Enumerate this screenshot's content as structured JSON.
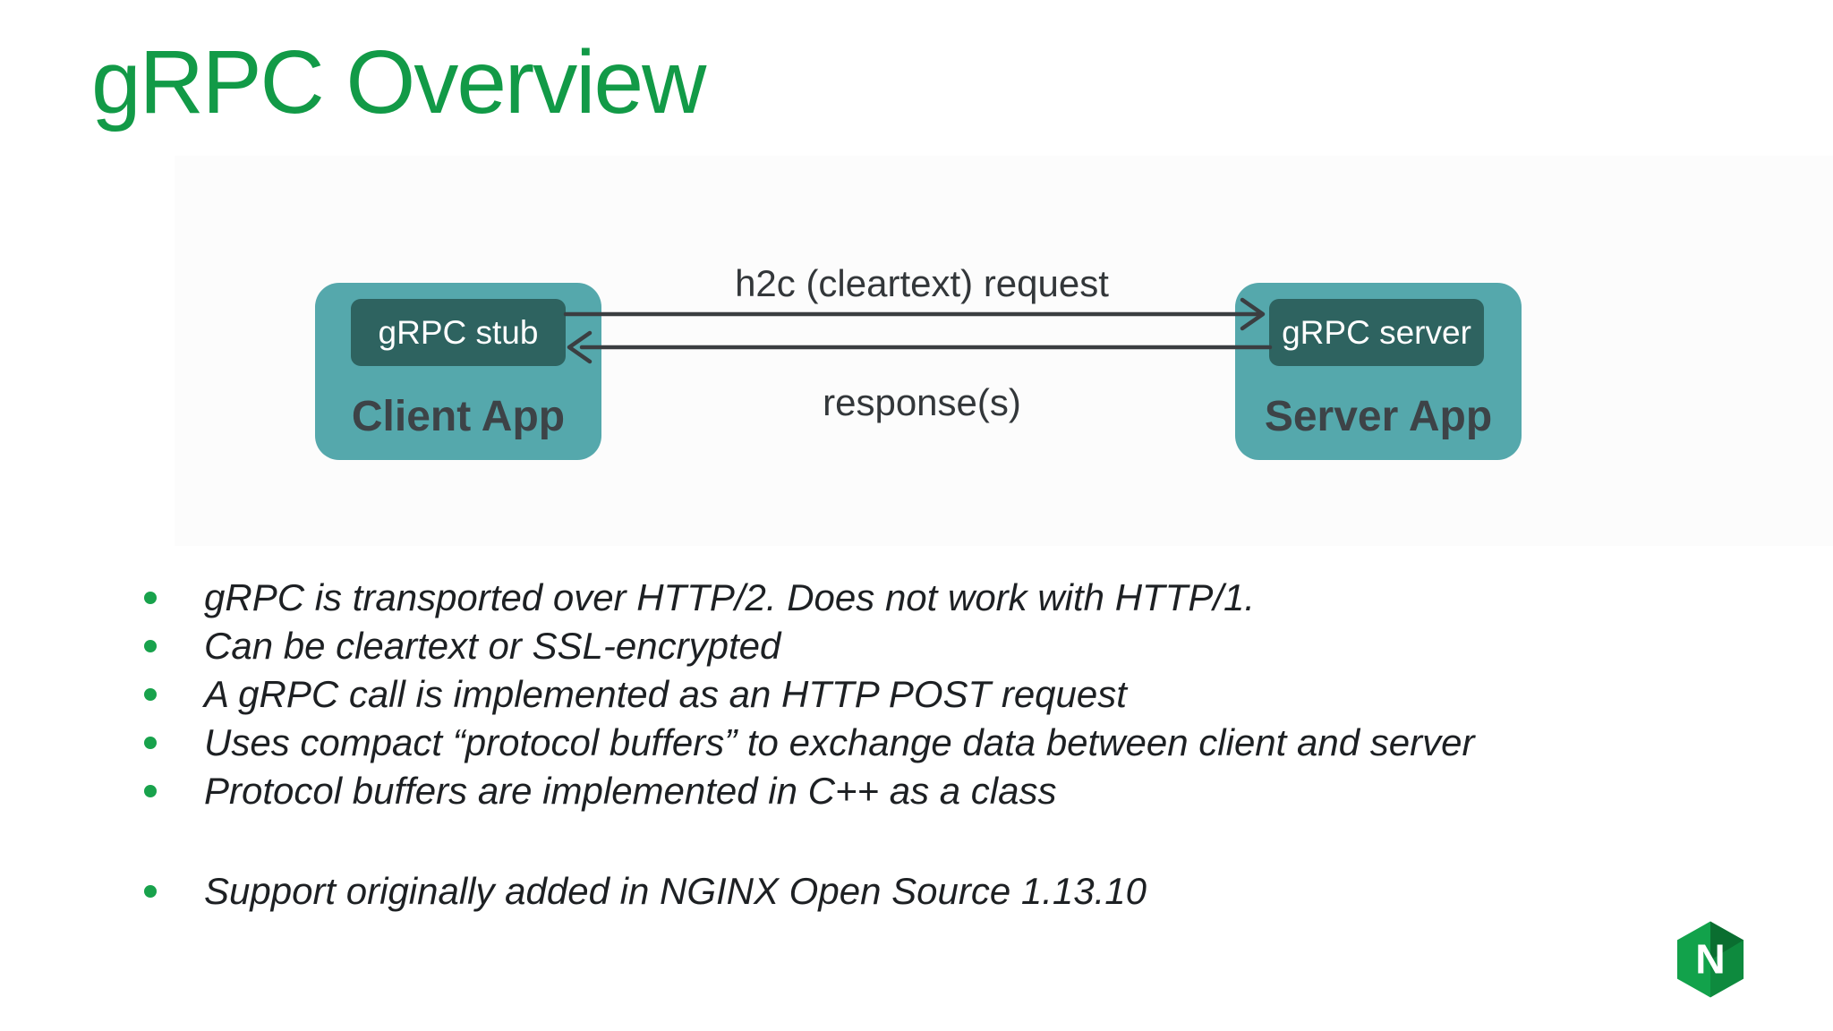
{
  "title": "gRPC Overview",
  "diagram": {
    "client": {
      "inner_label": "gRPC stub",
      "label": "Client App"
    },
    "server": {
      "inner_label": "gRPC server",
      "label": "Server App"
    },
    "request_label": "h2c (cleartext) request",
    "response_label": "response(s)"
  },
  "bullets": {
    "items": [
      "gRPC is transported over HTTP/2. Does not work with HTTP/1.",
      "Can be cleartext or SSL-encrypted",
      "A gRPC call is implemented as an HTTP POST request",
      "Uses compact “protocol buffers” to exchange data between client and server",
      "Protocol buffers are implemented in C++ as a class",
      "Support originally added in NGINX Open Source 1.13.10"
    ]
  },
  "logo": {
    "letter": "N"
  },
  "colors": {
    "title_green": "#129a47",
    "bullet_green": "#18a24c",
    "box_teal": "#55a8ac",
    "box_dark_teal": "#2e6360",
    "text_dark": "#1d2023",
    "diagram_text": "#33373a",
    "box_label": "#3d4347",
    "arrow": "#3b3e41",
    "nginx_green": "#12a24b"
  }
}
